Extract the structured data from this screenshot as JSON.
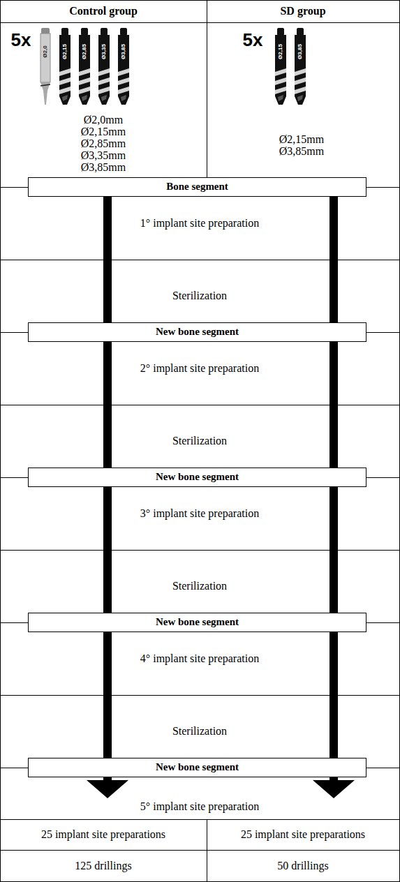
{
  "diagram": {
    "nodes": [
      {
        "text": [
          "Bone segment"
        ]
      },
      {
        "text": [
          "New bone segment"
        ]
      },
      {
        "text": [
          "New bone segment"
        ]
      },
      {
        "text": [
          "New bone segment"
        ]
      },
      {
        "text": [
          "New bone segment"
        ]
      }
    ],
    "edges": [
      {
        "from": 0,
        "to": 1,
        "arrow": "none"
      },
      {
        "from": 0,
        "to": 1,
        "arrow": "none"
      },
      {
        "from": 1,
        "to": 2,
        "arrow": "none"
      },
      {
        "from": 1,
        "to": 2,
        "arrow": "none"
      },
      {
        "from": 2,
        "to": 3,
        "arrow": "none"
      },
      {
        "from": 2,
        "to": 3,
        "arrow": "none"
      },
      {
        "from": 3,
        "to": 4,
        "arrow": "none"
      },
      {
        "from": 3,
        "to": 4,
        "arrow": "none"
      }
    ],
    "labels": [
      "Control group",
      "SD group",
      "5x",
      "Ø2,0",
      "Ø2,15",
      "Ø2,85",
      "Ø3,35",
      "Ø3,85",
      "Ø2,0mm",
      "Ø2,15mm",
      "Ø2,85mm",
      "Ø3,35mm",
      "Ø3,85mm",
      "5x",
      "Ø2,15",
      "Ø3,85",
      "Ø2,15mm",
      "Ø3,85mm",
      "1° implant site preparation",
      "Sterilization",
      "2° implant site preparation",
      "Sterilization",
      "3° implant site preparation",
      "Sterilization",
      "4° implant site preparation",
      "Sterilization",
      "5° implant site preparation",
      "25 implant site preparations",
      "25 implant site preparations",
      "125 drillings",
      "50 drillings"
    ]
  }
}
